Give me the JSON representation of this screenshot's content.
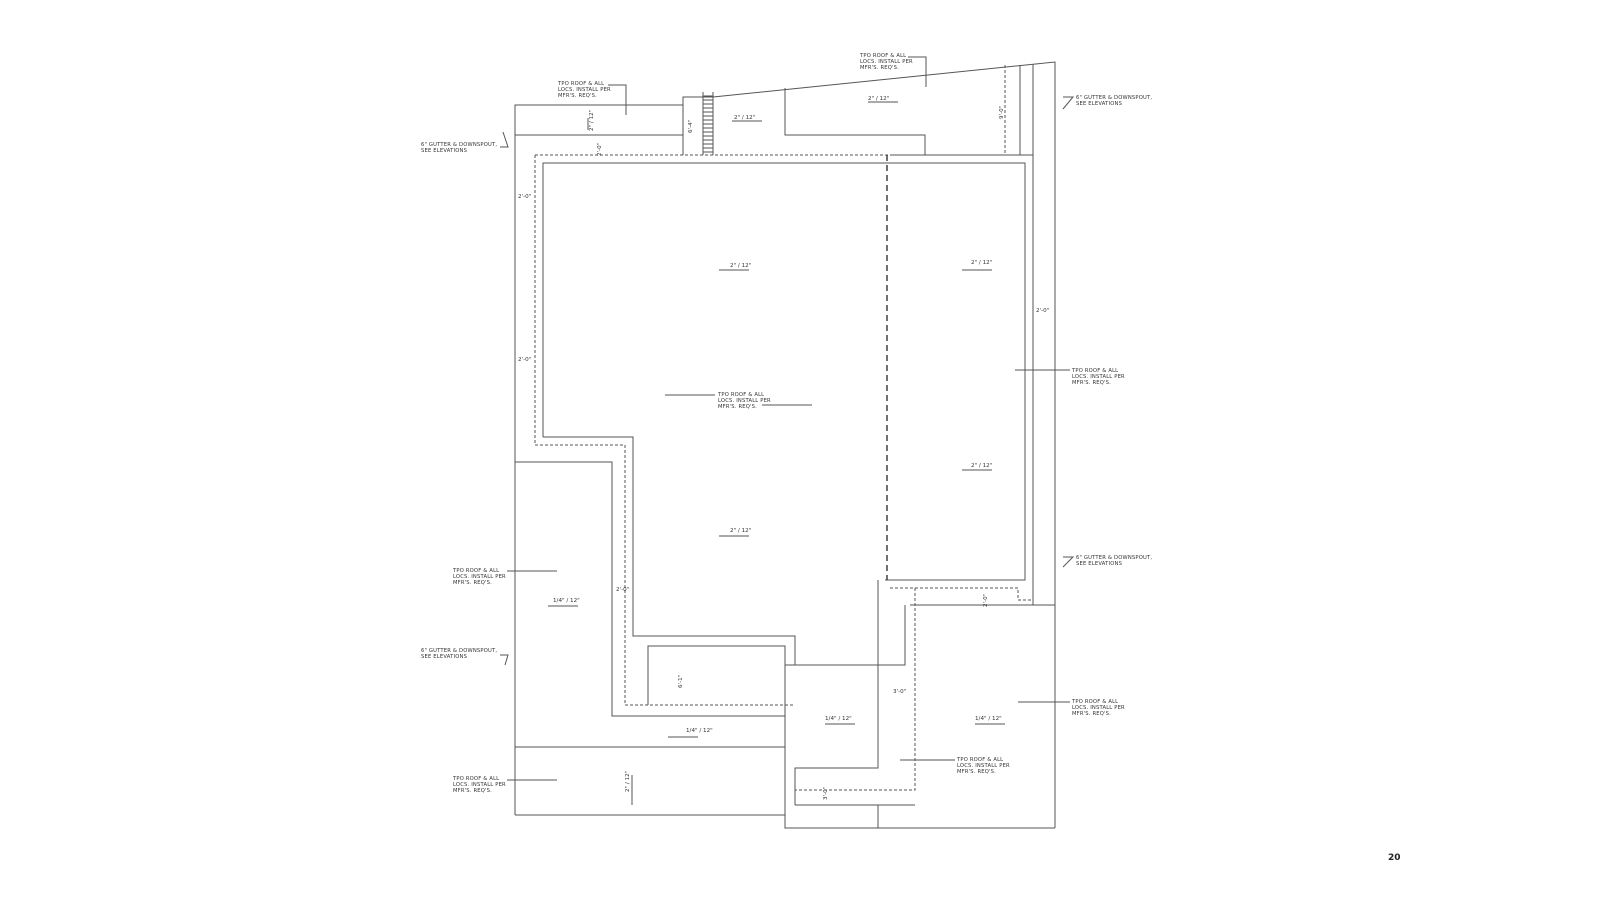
{
  "sheet": {
    "page_number": "20"
  },
  "notes": {
    "tpo_line1": "TPO ROOF & ALL",
    "tpo_line2": "LOCS. INSTALL PER",
    "tpo_line3": "MFR'S. REQ'S.",
    "gutter_line1": "6\" GUTTER & DOWNSPOUT,",
    "gutter_line2": "SEE ELEVATIONS"
  },
  "slopes": {
    "steep": "2\" / 12\"",
    "low": "1/4\" / 12\""
  },
  "dimensions": {
    "d2_0": "2'-0\"",
    "d6_4": "6'-4\"",
    "d9_0": "9'-0\"",
    "d6_1": "6'-1\"",
    "d3_0": "3'-0\""
  }
}
